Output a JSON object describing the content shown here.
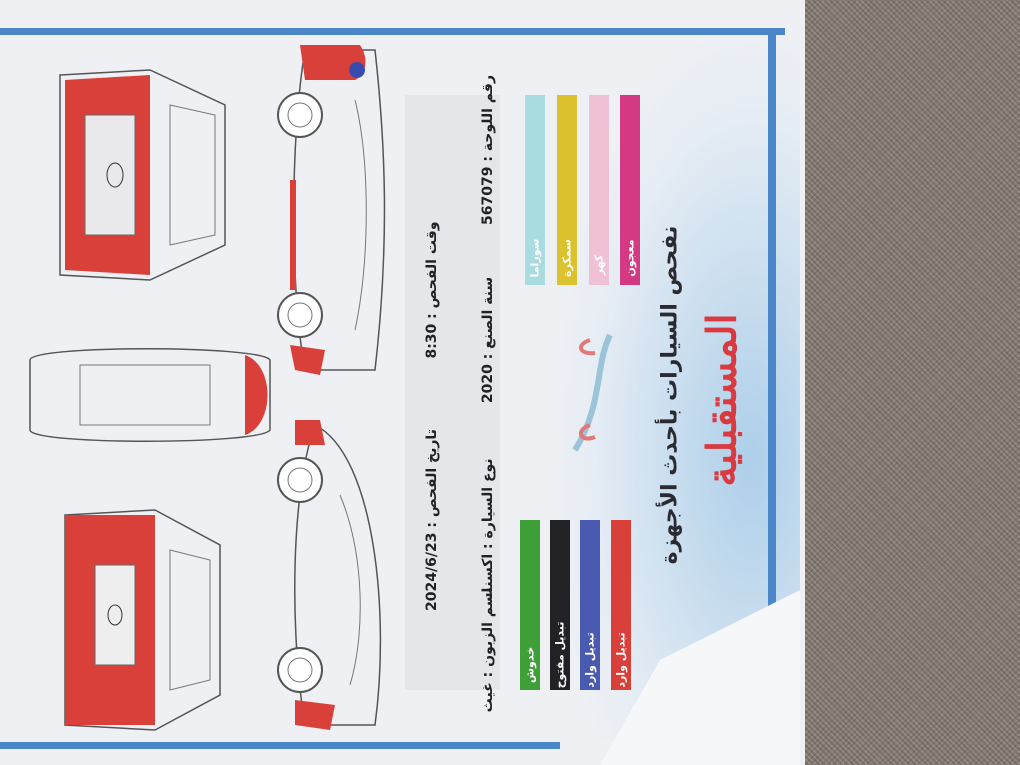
{
  "header": {
    "title": "المستقبلية",
    "subtitle": "نفحص السيارات بأحدث الأجهزة"
  },
  "legend_top": [
    {
      "label": "معجون",
      "color": "#d43a84"
    },
    {
      "label": "كهر",
      "color": "#f0c0d4"
    },
    {
      "label": "سمكرة",
      "color": "#dcc22e"
    },
    {
      "label": "سوراما",
      "color": "#a8dce0"
    }
  ],
  "legend_bottom": [
    {
      "label": "تبديل وارد",
      "color": "#d9403a"
    },
    {
      "label": "تبديل وارد",
      "color": "#4a5ab0"
    },
    {
      "label": "تبديل مفتوح",
      "color": "#222226"
    },
    {
      "label": "خدوش",
      "color": "#3fa03a"
    }
  ],
  "info": {
    "plate": "رقم اللوحة : 567079",
    "year": "سنة الصنع : 2020",
    "car_type": "نوع السيارة : اكسنت",
    "customer": "اسم الزبون : غيث",
    "time": "وقت الفحص : 8:30",
    "date": "تاريخ الفحص : 2024/6/23"
  },
  "colors": {
    "border": "#4a86c8",
    "damage": "#d9403a"
  }
}
